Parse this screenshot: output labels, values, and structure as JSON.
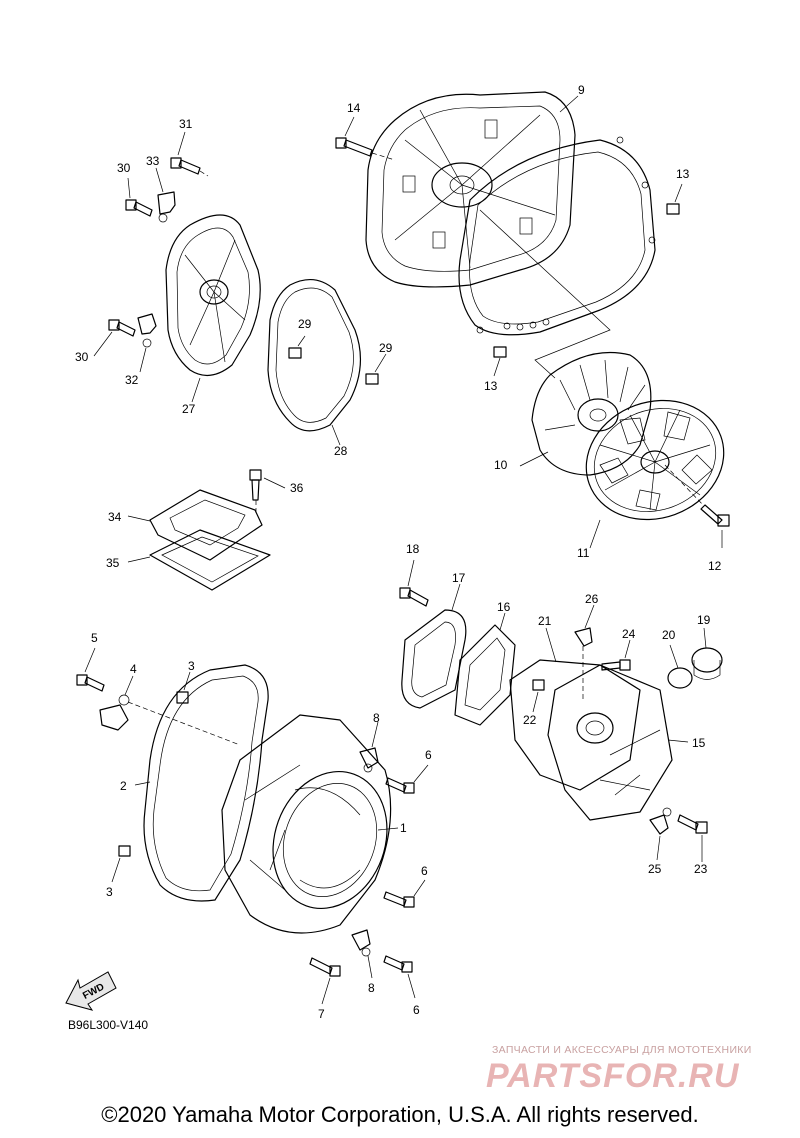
{
  "diagram": {
    "callouts": [
      {
        "id": "c14",
        "label": "14"
      },
      {
        "id": "c9",
        "label": "9"
      },
      {
        "id": "c13a",
        "label": "13"
      },
      {
        "id": "c13b",
        "label": "13"
      },
      {
        "id": "c31",
        "label": "31"
      },
      {
        "id": "c30a",
        "label": "30"
      },
      {
        "id": "c33",
        "label": "33"
      },
      {
        "id": "c30b",
        "label": "30"
      },
      {
        "id": "c32",
        "label": "32"
      },
      {
        "id": "c27",
        "label": "27"
      },
      {
        "id": "c29a",
        "label": "29"
      },
      {
        "id": "c29b",
        "label": "29"
      },
      {
        "id": "c28",
        "label": "28"
      },
      {
        "id": "c10",
        "label": "10"
      },
      {
        "id": "c11",
        "label": "11"
      },
      {
        "id": "c12",
        "label": "12"
      },
      {
        "id": "c36",
        "label": "36"
      },
      {
        "id": "c34",
        "label": "34"
      },
      {
        "id": "c35",
        "label": "35"
      },
      {
        "id": "c18",
        "label": "18"
      },
      {
        "id": "c17",
        "label": "17"
      },
      {
        "id": "c16",
        "label": "16"
      },
      {
        "id": "c21",
        "label": "21"
      },
      {
        "id": "c26",
        "label": "26"
      },
      {
        "id": "c24",
        "label": "24"
      },
      {
        "id": "c20",
        "label": "20"
      },
      {
        "id": "c19",
        "label": "19"
      },
      {
        "id": "c22",
        "label": "22"
      },
      {
        "id": "c15",
        "label": "15"
      },
      {
        "id": "c25",
        "label": "25"
      },
      {
        "id": "c23",
        "label": "23"
      },
      {
        "id": "c5",
        "label": "5"
      },
      {
        "id": "c4",
        "label": "4"
      },
      {
        "id": "c3a",
        "label": "3"
      },
      {
        "id": "c2",
        "label": "2"
      },
      {
        "id": "c8a",
        "label": "8"
      },
      {
        "id": "c6a",
        "label": "6"
      },
      {
        "id": "c1",
        "label": "1"
      },
      {
        "id": "c6b",
        "label": "6"
      },
      {
        "id": "c3b",
        "label": "3"
      },
      {
        "id": "c8b",
        "label": "8"
      },
      {
        "id": "c6c",
        "label": "6"
      },
      {
        "id": "c7",
        "label": "7"
      }
    ],
    "fwd_label": "FWD",
    "code": "B96L300-V140"
  },
  "watermark": {
    "subtitle": "ЗАПЧАСТИ И АКСЕССУАРЫ ДЛЯ МОТОТЕХНИКИ",
    "logo": "PARTSFOR.RU"
  },
  "footer": {
    "copyright": "©2020 Yamaha Motor Corporation, U.S.A. All rights reserved."
  }
}
